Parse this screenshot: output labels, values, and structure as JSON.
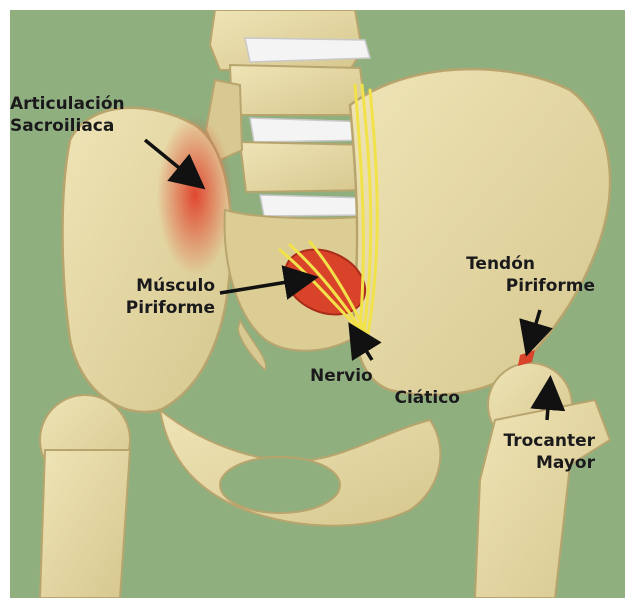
{
  "labels": {
    "sacroiliac_line1": "Articulación",
    "sacroiliac_line2": "Sacroiliaca",
    "piriformis_line1": "Músculo",
    "piriformis_line2": "Piriforme",
    "sciatic_line1": "Nervio",
    "sciatic_line2": "Ciático",
    "tendon_line1": "Tendón",
    "tendon_line2": "Piriforme",
    "trochanter_line1": "Trocanter",
    "trochanter_line2": "Mayor"
  },
  "colors": {
    "background": "#8faf7f",
    "bone": "#e8dcaa",
    "bone_shadow": "#c9b97f",
    "disc": "#f4f4f4",
    "muscle": "#d9432a",
    "nerve": "#f2e24a",
    "arrow": "#111111"
  }
}
